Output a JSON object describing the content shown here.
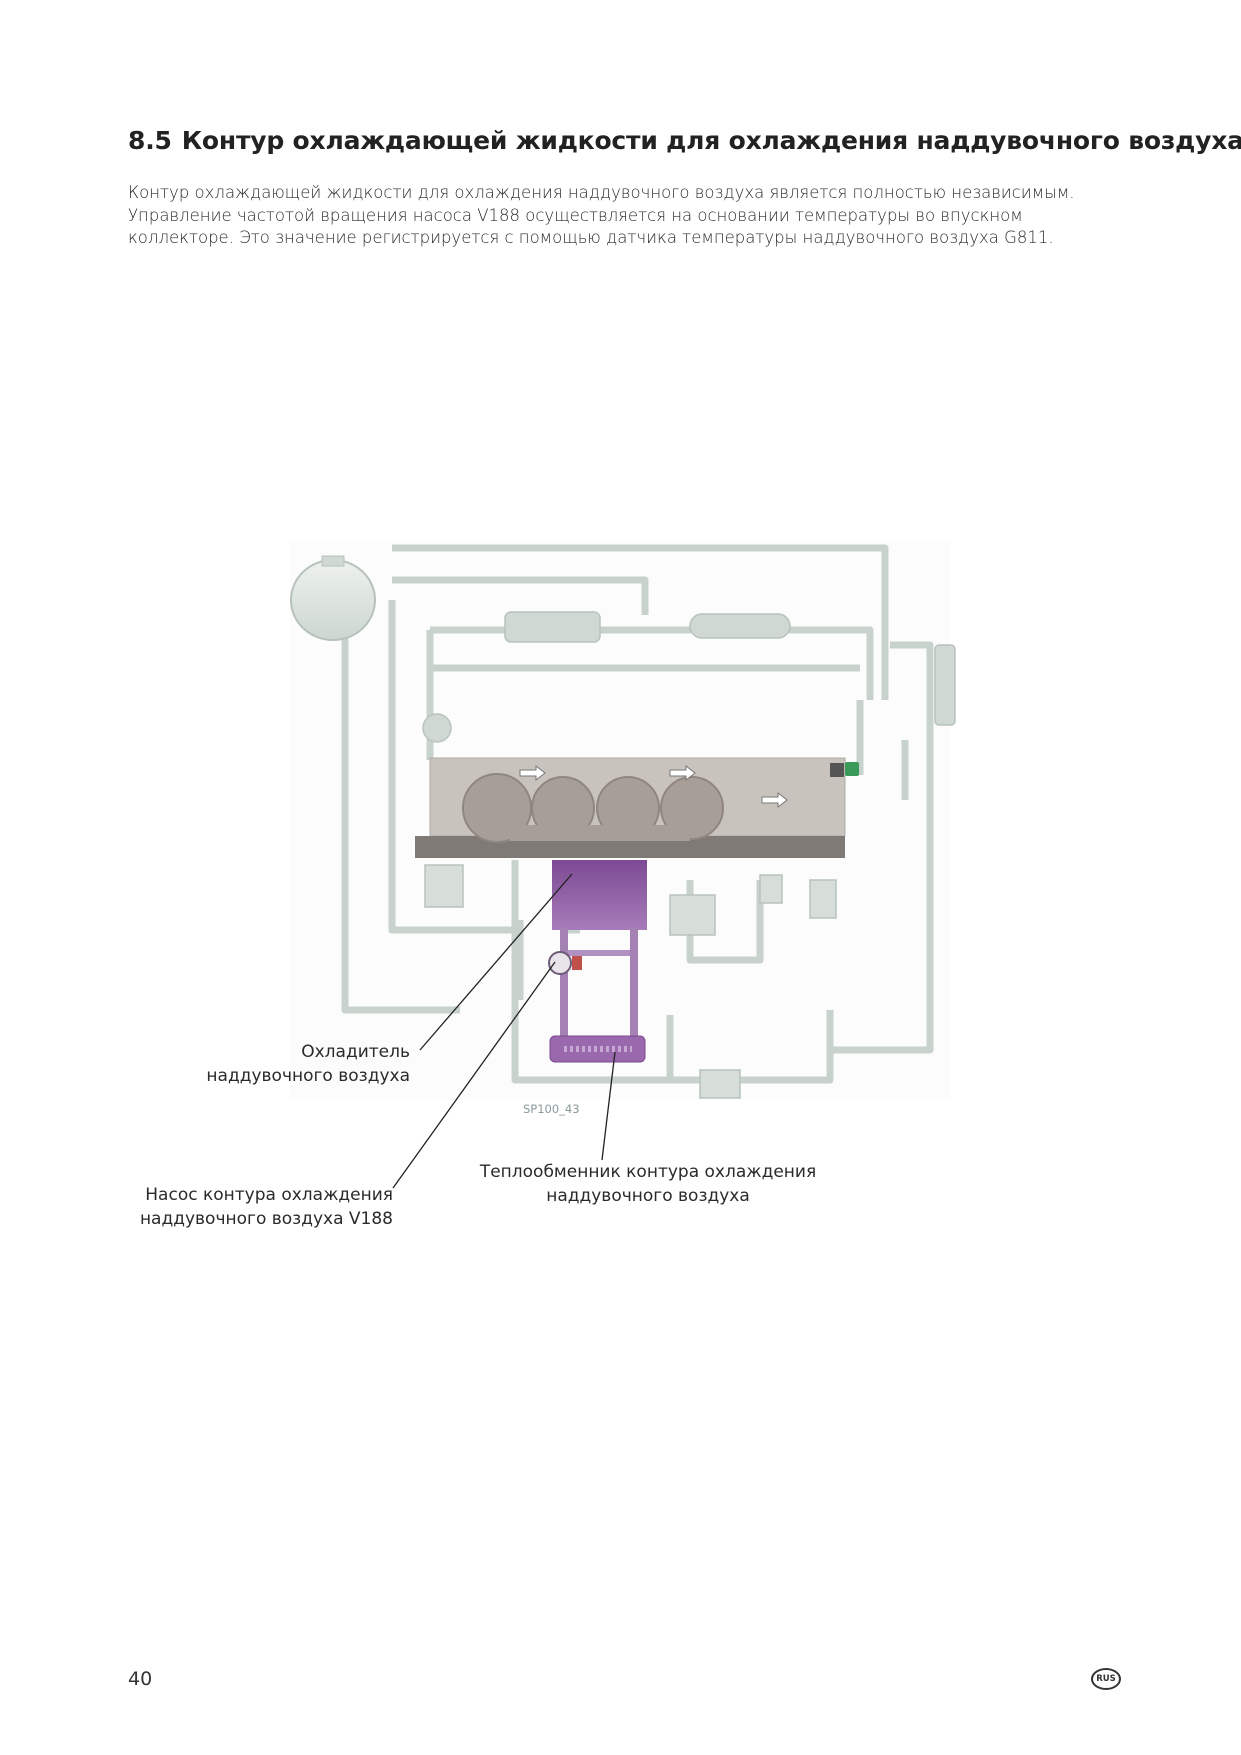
{
  "section": {
    "number": "8.5",
    "title": "Контур охлаждающей жидкости для охлаждения наддувочного воздуха"
  },
  "intro": [
    "Контур охлаждающей жидкости для охлаждения наддувочного воздуха является полностью независимым.",
    "Управление частотой вращения насоса V188 осуществляется на основании температуры во впускном",
    "коллекторе. Это значение регистрируется с помощью датчика температуры наддувочного воздуха G811."
  ],
  "figure": {
    "code": "SP100_43",
    "labels": {
      "cooler": [
        "Охладитель",
        "наддувочного воздуха"
      ],
      "pump": [
        "Насос контура охлаждения",
        "наддувочного воздуха V188"
      ],
      "exchanger": [
        "Теплообменник контура охлаждения",
        "наддувочного воздуха"
      ]
    }
  },
  "colors": {
    "pipe_gray": "#c8d2cd",
    "engine_block": "#c9c3be",
    "purple_circuit": "#9a68ad",
    "sensor_green": "#3a9a5a"
  },
  "footer": {
    "page_number": "40",
    "language_badge": "RUS"
  }
}
